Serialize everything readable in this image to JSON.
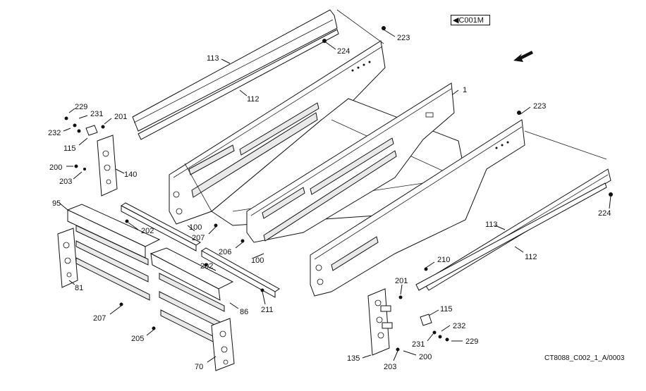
{
  "header": {
    "view_code": "C001M",
    "view_code_icon": "left-triangle-icon"
  },
  "footer": {
    "drawing_id": "CT8088_C002_1_A/0003"
  },
  "direction_arrow_icon": "arrow-down-left-icon",
  "callouts": {
    "c1": "1",
    "c112a": "112",
    "c112b": "112",
    "c113a": "113",
    "c113b": "113",
    "c223a": "223",
    "c223b": "223",
    "c224a": "224",
    "c224b": "224",
    "c229a": "229",
    "c229b": "229",
    "c231a": "231",
    "c231b": "231",
    "c232a": "232",
    "c232b": "232",
    "c201a": "201",
    "c201b": "201",
    "c115a": "115",
    "c115b": "115",
    "c200a": "200",
    "c200b": "200",
    "c203a": "203",
    "c203b": "203",
    "c140": "140",
    "c95": "95",
    "c202a": "202",
    "c202b": "202",
    "c100a": "100",
    "c100b": "100",
    "c207a": "207",
    "c207b": "207",
    "c206": "206",
    "c210": "210",
    "c81": "81",
    "c86": "86",
    "c211": "211",
    "c205": "205",
    "c70": "70",
    "c135": "135"
  }
}
